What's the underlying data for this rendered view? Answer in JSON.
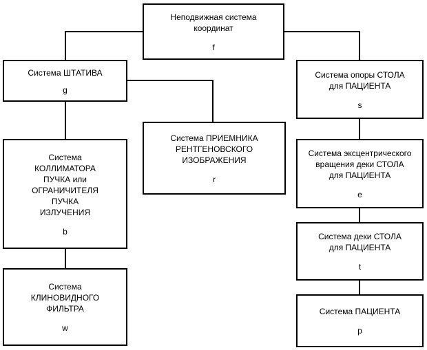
{
  "colors": {
    "background": "#ffffff",
    "box_border": "#000000",
    "text": "#000000",
    "connector": "#000000"
  },
  "boxes": {
    "f": {
      "title": "Неподвижная система\nкоординат",
      "letter": "f"
    },
    "g": {
      "title": "Система ШТАТИВА",
      "letter": "g"
    },
    "s": {
      "title": "Система опоры СТОЛА\nдля ПАЦИЕНТА",
      "letter": "s"
    },
    "r": {
      "title": "Система ПРИЕМНИКА\nРЕНТГЕНОВСКОГО\nИЗОБРАЖЕНИЯ",
      "letter": "r"
    },
    "b": {
      "title": "Система\nКОЛЛИМАТОРА\nПУЧКА или\nОГРАНИЧИТЕЛЯ\nПУЧКА\nИЗЛУЧЕНИЯ",
      "letter": "b"
    },
    "e": {
      "title": "Система эксцентрического\nвращения деки СТОЛА\nдля ПАЦИЕНТА",
      "letter": "e"
    },
    "t": {
      "title": "Система деки СТОЛА\nдля ПАЦИЕНТА",
      "letter": "t"
    },
    "w": {
      "title": "Система\nКЛИНОВИДНОГО\nФИЛЬТРА",
      "letter": "w"
    },
    "p": {
      "title": "Система ПАЦИЕНТА",
      "letter": "p"
    }
  }
}
